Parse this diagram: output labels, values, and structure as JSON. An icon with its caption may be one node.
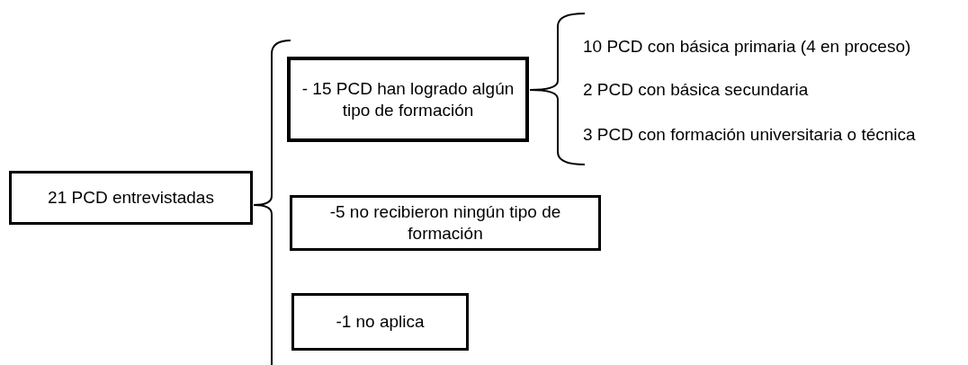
{
  "diagram": {
    "nodes": [
      {
        "text": [
          "21 PCD entrevistadas"
        ]
      },
      {
        "text": [
          "- 15 PCD han logrado algún tipo de formación"
        ]
      },
      {
        "text": [
          "-5 no recibieron ningún tipo de formación"
        ]
      },
      {
        "text": [
          "-1 no aplica"
        ]
      },
      {
        "text": [
          "10 PCD con básica primaria (4 en proceso)"
        ]
      },
      {
        "text": [
          "2 PCD con básica secundaria"
        ]
      },
      {
        "text": [
          "3 PCD con formación universitaria o técnica"
        ]
      }
    ]
  }
}
